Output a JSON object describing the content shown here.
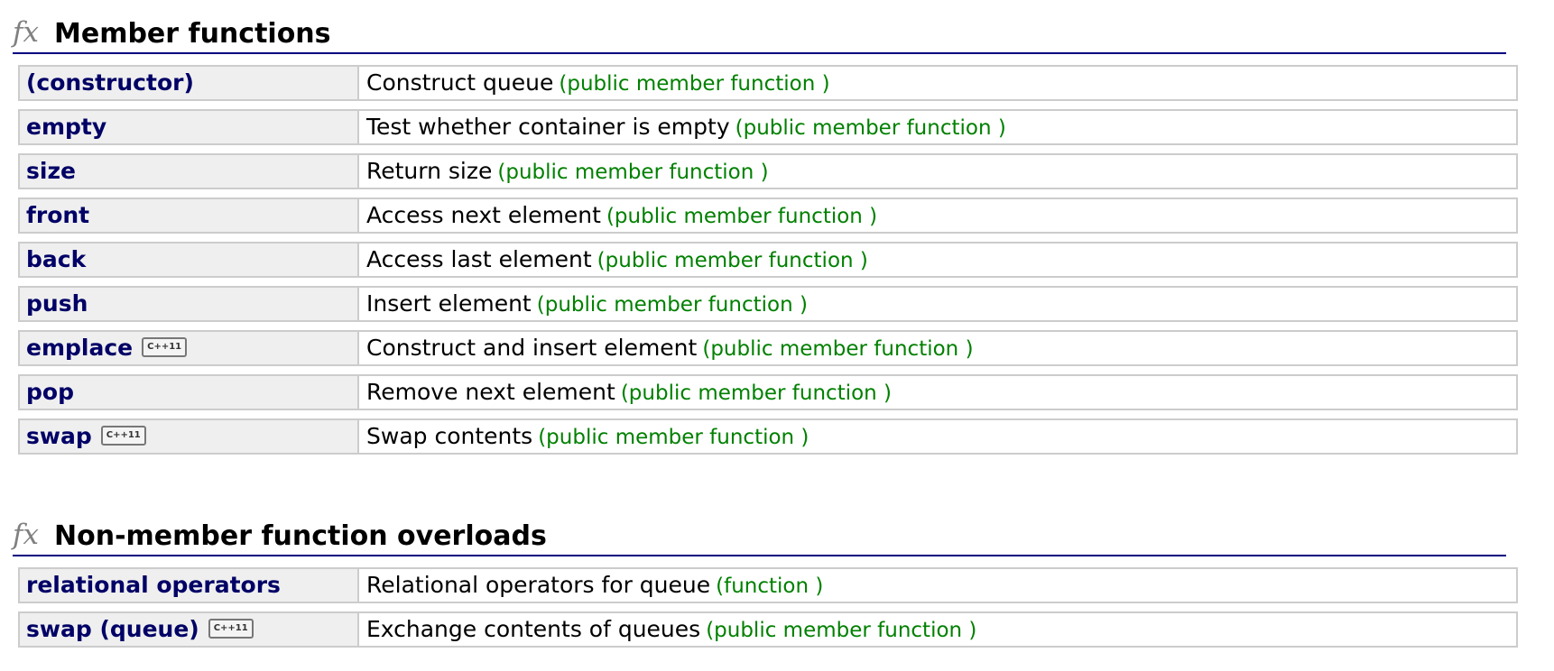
{
  "member_section": {
    "icon": "fx-icon",
    "title": "Member functions",
    "rows": [
      {
        "name": "(constructor)",
        "desc": "Construct queue",
        "kind": "(public member function )"
      },
      {
        "name": "empty",
        "desc": "Test whether container is empty",
        "kind": "(public member function )"
      },
      {
        "name": "size",
        "desc": "Return size",
        "kind": "(public member function )"
      },
      {
        "name": "front",
        "desc": "Access next element",
        "kind": "(public member function )"
      },
      {
        "name": "back",
        "desc": "Access last element",
        "kind": "(public member function )"
      },
      {
        "name": "push",
        "desc": "Insert element",
        "kind": "(public member function )"
      },
      {
        "name": "emplace",
        "badge": "C++11",
        "desc": "Construct and insert element",
        "kind": "(public member function )"
      },
      {
        "name": "pop",
        "desc": "Remove next element",
        "kind": "(public member function )"
      },
      {
        "name": "swap",
        "badge": "C++11",
        "desc": "Swap contents",
        "kind": "(public member function )"
      }
    ]
  },
  "nonmember_section": {
    "icon": "fx-icon",
    "title": "Non-member function overloads",
    "rows": [
      {
        "name": "relational operators",
        "desc": "Relational operators for queue",
        "kind": "(function )"
      },
      {
        "name": "swap (queue)",
        "badge": "C++11",
        "desc": "Exchange contents of queues",
        "kind": "(public member function )"
      }
    ]
  },
  "colors": {
    "link": "#000066",
    "kind_text": "#008000",
    "header_rule": "#000080",
    "cell_border": "#cccccc",
    "name_cell_bg": "#efefef"
  }
}
